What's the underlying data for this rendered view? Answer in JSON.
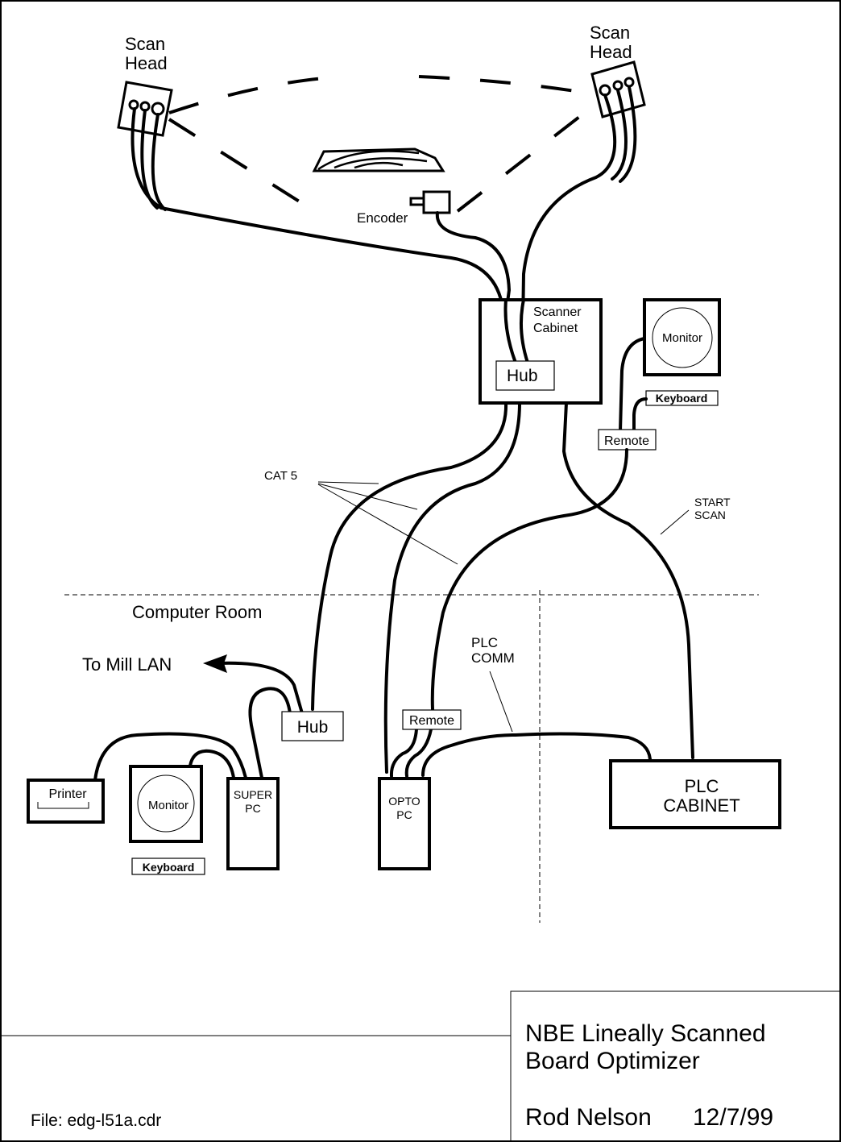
{
  "diagram": {
    "scan_head_left_label": [
      "Scan",
      "Head"
    ],
    "scan_head_right_label": [
      "Scan",
      "Head"
    ],
    "encoder_label": "Encoder",
    "scanner_cabinet_label": [
      "Scanner",
      "Cabinet"
    ],
    "scanner_hub_label": "Hub",
    "top_monitor_label": "Monitor",
    "top_keyboard_label": "Keyboard",
    "top_remote_label": "Remote",
    "cat5_label": "CAT 5",
    "start_scan_label": [
      "START",
      "SCAN"
    ],
    "computer_room_label": "Computer Room",
    "mill_lan_label": "To Mill LAN",
    "room_hub_label": "Hub",
    "printer_label": "Printer",
    "room_monitor_label": "Monitor",
    "room_keyboard_label": "Keyboard",
    "super_pc_label": [
      "SUPER",
      "PC"
    ],
    "opto_pc_label": [
      "OPTO",
      "PC"
    ],
    "room_remote_label": "Remote",
    "plc_comm_label": [
      "PLC",
      "COMM"
    ],
    "plc_cabinet_label": [
      "PLC",
      "CABINET"
    ]
  },
  "title_block": {
    "file_label": "File:  edg-l51a.cdr",
    "title_line1": "NBE Lineally Scanned",
    "title_line2": "Board Optimizer",
    "author": "Rod Nelson",
    "date": "12/7/99"
  }
}
